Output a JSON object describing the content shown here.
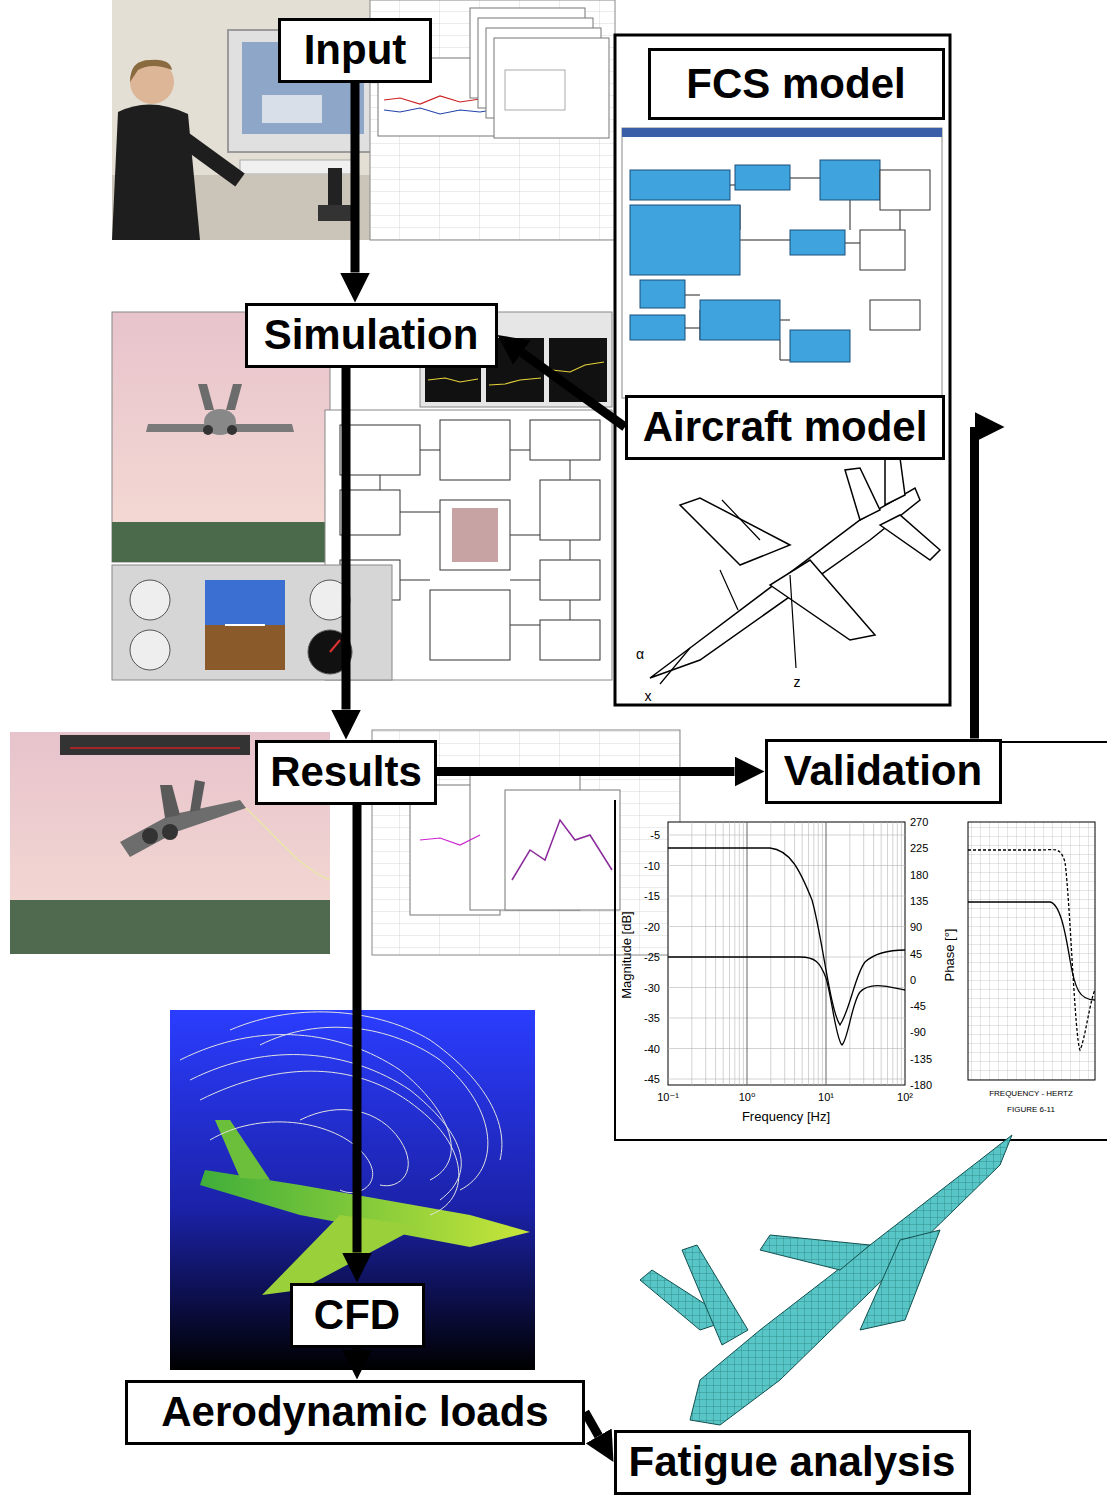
{
  "diagram": {
    "nodes": [
      {
        "text": [
          "Input"
        ]
      },
      {
        "text": [
          "FCS model"
        ]
      },
      {
        "text": [
          "Simulation"
        ]
      },
      {
        "text": [
          "Aircraft model"
        ]
      },
      {
        "text": [
          "Results"
        ]
      },
      {
        "text": [
          "Validation"
        ]
      },
      {
        "text": [
          "CFD"
        ]
      },
      {
        "text": [
          "Aerodynamic loads"
        ]
      },
      {
        "text": [
          "Fatigue analysis"
        ]
      }
    ],
    "edges": [
      {
        "from": 0,
        "to": 2,
        "arrow": "to"
      },
      {
        "from": 3,
        "to": 2,
        "arrow": "to"
      },
      {
        "from": 2,
        "to": 4,
        "arrow": "to"
      },
      {
        "from": 4,
        "to": 5,
        "arrow": "to"
      },
      {
        "from": 5,
        "to": 3,
        "arrow": "to"
      },
      {
        "from": 4,
        "to": 6,
        "arrow": "to"
      },
      {
        "from": 6,
        "to": 7,
        "arrow": "to"
      },
      {
        "from": 7,
        "to": 8,
        "arrow": "to"
      }
    ],
    "labels": [
      "-5",
      "-10",
      "-15",
      "-20",
      "-25",
      "-30",
      "-35",
      "-40",
      "-45",
      "270",
      "225",
      "180",
      "135",
      "90",
      "45",
      "0",
      "-45",
      "-90",
      "-135",
      "-180",
      "10⁻¹",
      "10⁰",
      "10¹",
      "10²",
      "Magnitude [dB]",
      "Phase [°]",
      "Frequency [Hz]",
      "FREQUENCY - HERTZ",
      "FIGURE 6-11",
      "x",
      "α",
      "z"
    ]
  }
}
